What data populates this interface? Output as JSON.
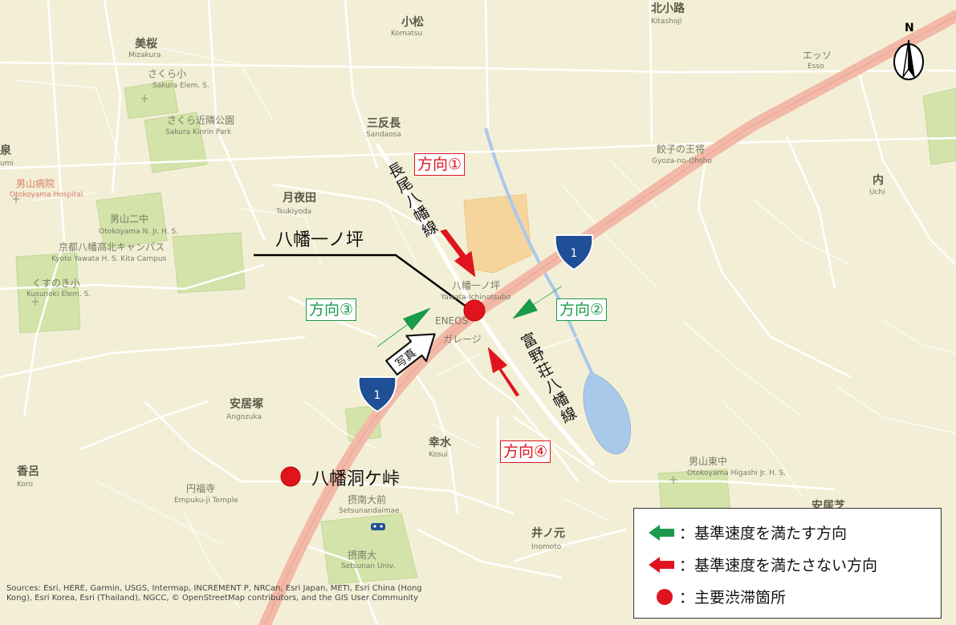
{
  "map": {
    "place_labels": [
      {
        "id": "kitashoji-ja",
        "text": "北小路"
      },
      {
        "id": "kitashoji-en",
        "text": "Kitashoji"
      },
      {
        "id": "komatsu-ja",
        "text": "小松"
      },
      {
        "id": "komatsu-en",
        "text": "Komatsu"
      },
      {
        "id": "mizakura-ja",
        "text": "美桜"
      },
      {
        "id": "mizakura-en",
        "text": "Mizakura"
      },
      {
        "id": "sakura-elem-ja",
        "text": "さくら小"
      },
      {
        "id": "sakura-elem-en",
        "text": "Sakura Elem. S."
      },
      {
        "id": "esso-ja",
        "text": "エッソ"
      },
      {
        "id": "esso-en",
        "text": "Esso"
      },
      {
        "id": "sakura-park-ja",
        "text": "さくら近隣公園"
      },
      {
        "id": "sakura-park-en",
        "text": "Sakura Kinrin Park"
      },
      {
        "id": "sandaosa-ja",
        "text": "三反長"
      },
      {
        "id": "sandaosa-en",
        "text": "Sandaosa"
      },
      {
        "id": "gyoza-ja",
        "text": "餃子の王将"
      },
      {
        "id": "gyoza-en",
        "text": "Gyoza-no-Ohsho"
      },
      {
        "id": "izumi-ja",
        "text": "泉"
      },
      {
        "id": "izumi-en",
        "text": "umi"
      },
      {
        "id": "otokoyama-hosp-ja",
        "text": "男山病院"
      },
      {
        "id": "otokoyama-hosp-en",
        "text": "Otokoyama Hospital"
      },
      {
        "id": "tsukiyoda-ja",
        "text": "月夜田"
      },
      {
        "id": "tsukiyoda-en",
        "text": "Tsukiyoda"
      },
      {
        "id": "uchi-ja",
        "text": "内"
      },
      {
        "id": "uchi-en",
        "text": "Uchi"
      },
      {
        "id": "otokoyama2-ja",
        "text": "男山二中"
      },
      {
        "id": "otokoyama2-en",
        "text": "Otokoyama N. Jr. H. S."
      },
      {
        "id": "yawata-hs-ja",
        "text": "京都八幡高北キャンパス"
      },
      {
        "id": "yawata-hs-en",
        "text": "Kyoto Yawata H. S. Kita Campus"
      },
      {
        "id": "kusunoki-ja",
        "text": "くすのき小"
      },
      {
        "id": "kusunoki-en",
        "text": "Kusunoki Elem. S."
      },
      {
        "id": "ichinotsubo-map-ja",
        "text": "八幡一ノ坪"
      },
      {
        "id": "ichinotsubo-map-en",
        "text": "Yawata-Ichinotsubo"
      },
      {
        "id": "eneos",
        "text": "ENEOS"
      },
      {
        "id": "garage",
        "text": "ガレージ"
      },
      {
        "id": "angozuka-ja",
        "text": "安居塚"
      },
      {
        "id": "angozuka-en",
        "text": "Angozuka"
      },
      {
        "id": "kosui-ja",
        "text": "幸水"
      },
      {
        "id": "kosui-en",
        "text": "Kosui"
      },
      {
        "id": "otokoyama-east-ja",
        "text": "男山東中"
      },
      {
        "id": "otokoyama-east-en",
        "text": "Otokoyama Higashi Jr. H. S."
      },
      {
        "id": "koro-ja",
        "text": "香呂"
      },
      {
        "id": "koro-en",
        "text": "Koro"
      },
      {
        "id": "empukuji-ja",
        "text": "円福寺"
      },
      {
        "id": "empukuji-en",
        "text": "Empuku-ji Temple"
      },
      {
        "id": "setsunan-mae-ja",
        "text": "摂南大前"
      },
      {
        "id": "setsunan-mae-en",
        "text": "Setsunandaimae"
      },
      {
        "id": "anoshiba-ja",
        "text": "安居芝"
      },
      {
        "id": "inomoto-ja",
        "text": "井ノ元"
      },
      {
        "id": "inomoto-en",
        "text": "Inomoto"
      },
      {
        "id": "setsunan-univ-ja",
        "text": "摂南大"
      },
      {
        "id": "setsunan-univ-en",
        "text": "Setsunan Univ."
      }
    ],
    "route_shield_number": "1",
    "north_label": "N",
    "attribution": "Sources: Esri, HERE, Garmin, USGS, Intermap, INCREMENT P, NRCan, Esri Japan, METI, Esri China (Hong Kong), Esri Korea, Esri (Thailand), NGCC, © OpenStreetMap contributors, and the GIS User Community"
  },
  "annotations": {
    "direction1": "方向①",
    "direction2": "方向②",
    "direction3": "方向③",
    "direction4": "方向④",
    "road_nagao": "長尾八幡線",
    "road_tomino": "富野荘八幡線",
    "place_ichinotsubo": "八幡一ノ坪",
    "place_horagatoge": "八幡洞ケ峠",
    "photo_label": "写真"
  },
  "legend": {
    "green_arrow": "：基準速度を満たす方向",
    "red_arrow": "：基準速度を満たさない方向",
    "red_dot": "：主要渋滞箇所"
  },
  "colors": {
    "land": "#f3efd6",
    "road_minor": "#ffffff",
    "road_major": "#f2b9a8",
    "water": "#a9c9ea",
    "park": "#d3e3a9",
    "green_arrow": "#1a9a4a",
    "red_arrow": "#e0141e",
    "congestion_dot": "#e0141e",
    "shield": "#1f4f96"
  }
}
